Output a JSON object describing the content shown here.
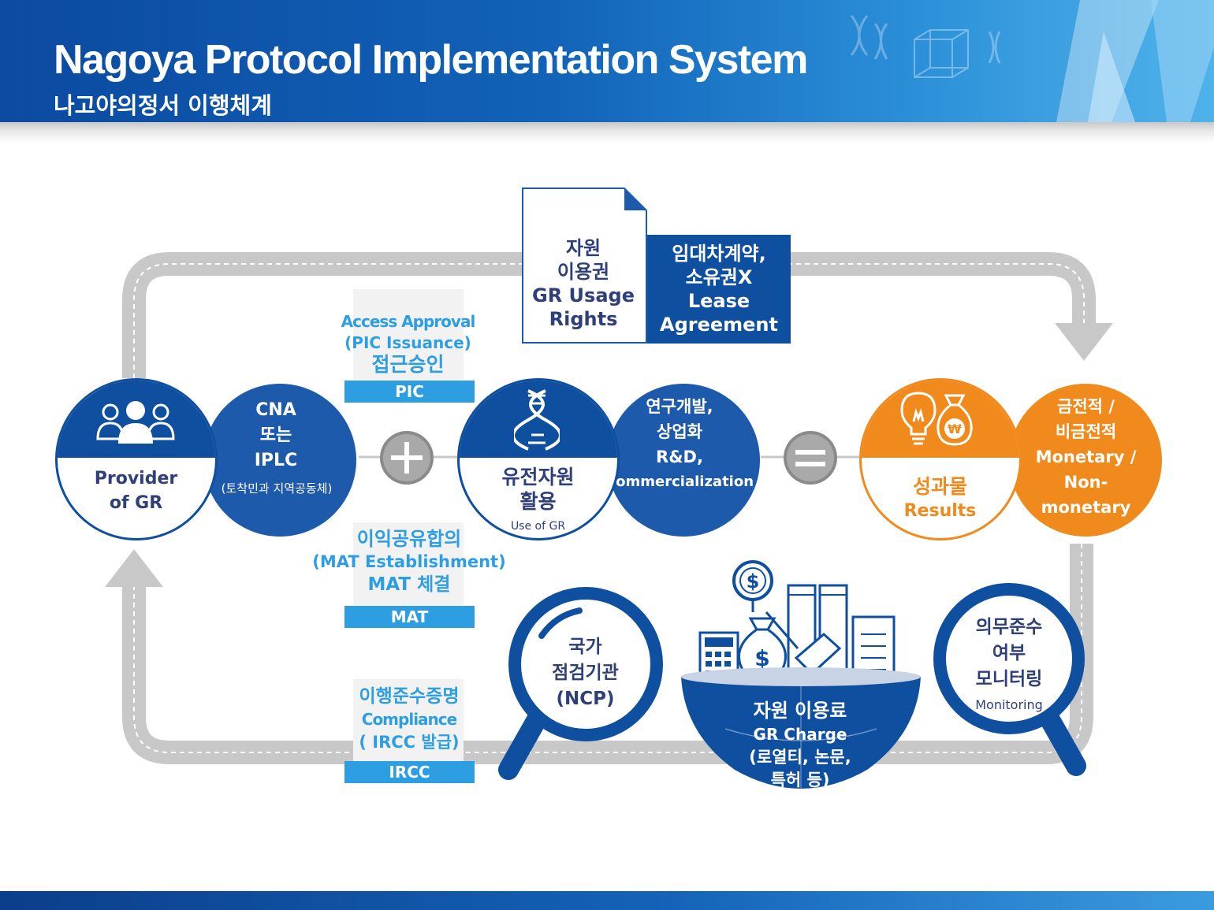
{
  "header": {
    "title_en": "Nagoya Protocol Implementation System",
    "title_ko": "나고야의정서 이행체계"
  },
  "colors": {
    "primary_blue": "#0f4fa0",
    "mid_blue": "#1e5aab",
    "light_blue": "#2e9ee3",
    "orange": "#f08a1c",
    "gray_path": "#c8c8c8"
  },
  "document": {
    "lines": [
      "자원",
      "이용권",
      "GR Usage",
      "Rights"
    ]
  },
  "lease_box": {
    "lines": [
      "임대차계약,",
      "소유권X",
      "Lease",
      "Agreement"
    ]
  },
  "provider": {
    "icon": "people-group-icon",
    "lines": [
      "Provider",
      "of GR"
    ]
  },
  "cna": {
    "lines": [
      "CNA",
      "또는",
      "IPLC"
    ],
    "note": "(토착민과 지역공동체)"
  },
  "pic": {
    "lines": [
      "Access Approval",
      "(PIC  Issuance)",
      "접근승인"
    ],
    "label": "PIC"
  },
  "mat": {
    "lines": [
      "이익공유합의",
      "(MAT  Establishment)",
      "MAT 체결"
    ],
    "label": "MAT"
  },
  "ircc": {
    "lines": [
      "이행준수증명",
      "Compliance",
      "( IRCC  발급)"
    ],
    "label": "IRCC"
  },
  "use_gr": {
    "icon": "dna-icon",
    "lines": [
      "유전자원",
      "활용"
    ],
    "sub": "Use of GR"
  },
  "rnd": {
    "lines": [
      "연구개발,",
      "상업화",
      "R&D,",
      "Commercialization"
    ]
  },
  "results": {
    "icon_left": "lightbulb-icon",
    "icon_right": "money-bag-won-icon",
    "lines": [
      "성과물",
      "Results"
    ],
    "won_symbol": "₩"
  },
  "monetary": {
    "lines": [
      "금전적 /",
      "비금전적",
      "Monetary /",
      "Non-",
      "monetary"
    ]
  },
  "ncp": {
    "icon": "magnifier-icon",
    "lines": [
      "국가",
      "점검기관",
      "(NCP)"
    ]
  },
  "gr_charge": {
    "icon": "finance-documents-icon",
    "title": "자원 이용료",
    "lines": [
      "GR Charge",
      "(로열티, 논문,",
      "특허 등)"
    ],
    "dollar": "$"
  },
  "monitoring": {
    "icon": "magnifier-icon",
    "lines": [
      "의무준수",
      "여부",
      "모니터링"
    ],
    "sub": "Monitoring"
  }
}
